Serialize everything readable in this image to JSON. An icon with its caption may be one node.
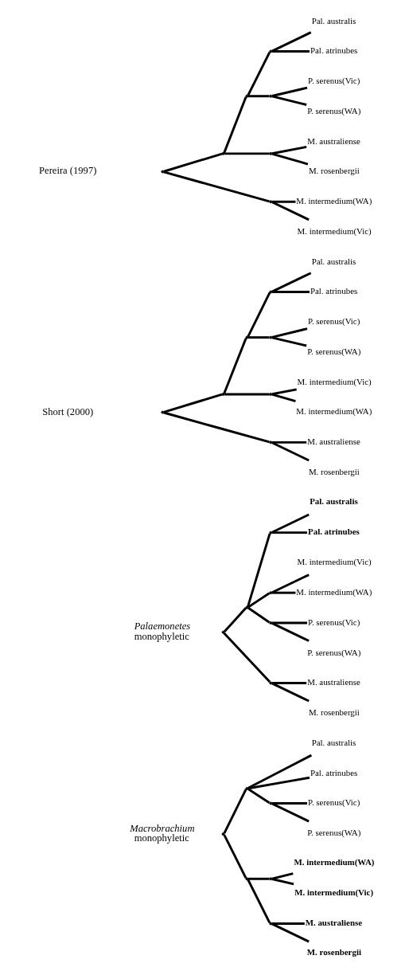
{
  "diagram": {
    "nodes": [
      {
        "text": [],
        "shape": "point"
      },
      {
        "text": [],
        "shape": "point"
      },
      {
        "text": [
          "Pal. australis"
        ]
      },
      {
        "text": [
          "Pal. atrinubes"
        ]
      },
      {
        "text": [],
        "shape": "point"
      },
      {
        "text": [
          "P. serenus(Vic)"
        ]
      },
      {
        "text": [
          "P. serenus(WA)"
        ]
      },
      {
        "text": [],
        "shape": "point"
      },
      {
        "text": [],
        "shape": "point"
      },
      {
        "text": [
          "M. intermedium(WA)"
        ]
      },
      {
        "text": [
          "M. intermedium(Vic)"
        ]
      },
      {
        "text": [],
        "shape": "point"
      },
      {
        "text": [
          "M. australiense"
        ]
      },
      {
        "text": [
          "M. rosenbergii"
        ]
      },
      {
        "text": [],
        "shape": "point"
      },
      {
        "text": [],
        "shape": "point"
      },
      {
        "text": [],
        "shape": "point"
      },
      {
        "text": [
          "Pal. australis"
        ]
      },
      {
        "text": [
          "Pal. atrinubes"
        ]
      },
      {
        "text": [],
        "shape": "point"
      },
      {
        "text": [
          "M. intermedium(Vic)"
        ]
      },
      {
        "text": [
          "M. intermedium(WA)"
        ]
      },
      {
        "text": [],
        "shape": "point"
      },
      {
        "text": [
          "P. serenus(Vic)"
        ]
      },
      {
        "text": [
          "P. serenus(WA)"
        ]
      },
      {
        "text": [],
        "shape": "point"
      },
      {
        "text": [
          "M. australiense"
        ]
      },
      {
        "text": [
          "M. rosenbergii"
        ]
      },
      {
        "text": [],
        "shape": "point"
      },
      {
        "text": [],
        "shape": "point"
      },
      {
        "text": [],
        "shape": "point"
      },
      {
        "text": [],
        "shape": "point"
      },
      {
        "text": [
          "Pal. australis"
        ]
      },
      {
        "text": [
          "Pal. atrinubes"
        ]
      },
      {
        "text": [],
        "shape": "point"
      },
      {
        "text": [
          "P. serenus(Vic)"
        ]
      },
      {
        "text": [
          "P. serenus(WA)"
        ]
      },
      {
        "text": [],
        "shape": "point"
      },
      {
        "text": [
          "M. intermedium(Vic)"
        ]
      },
      {
        "text": [
          "M. intermedium(WA)"
        ]
      },
      {
        "text": [],
        "shape": "point"
      },
      {
        "text": [
          "M. australiense"
        ]
      },
      {
        "text": [
          "M. rosenbergii"
        ]
      },
      {
        "text": [],
        "shape": "point"
      },
      {
        "text": [],
        "shape": "point"
      },
      {
        "text": [],
        "shape": "point"
      },
      {
        "text": [],
        "shape": "point"
      },
      {
        "text": [
          "Pal. australis"
        ]
      },
      {
        "text": [
          "Pal. atrinubes"
        ]
      },
      {
        "text": [],
        "shape": "point"
      },
      {
        "text": [
          "P. serenus(Vic)"
        ]
      },
      {
        "text": [
          "P. serenus(WA)"
        ]
      },
      {
        "text": [],
        "shape": "point"
      },
      {
        "text": [
          "M. australiense"
        ]
      },
      {
        "text": [
          "M. rosenbergii"
        ]
      },
      {
        "text": [],
        "shape": "point"
      },
      {
        "text": [
          "M. intermedium(WA)"
        ]
      },
      {
        "text": [
          "M. intermedium(Vic)"
        ]
      }
    ],
    "edges": [
      {
        "from": 0,
        "to": 1,
        "arrow": "none"
      },
      {
        "from": 1,
        "to": 2,
        "arrow": "none"
      },
      {
        "from": 1,
        "to": 3,
        "arrow": "none"
      },
      {
        "from": 1,
        "to": 4,
        "arrow": "none"
      },
      {
        "from": 4,
        "to": 5,
        "arrow": "none"
      },
      {
        "from": 4,
        "to": 6,
        "arrow": "none"
      },
      {
        "from": 0,
        "to": 7,
        "arrow": "none"
      },
      {
        "from": 7,
        "to": 8,
        "arrow": "none"
      },
      {
        "from": 8,
        "to": 9,
        "arrow": "none"
      },
      {
        "from": 8,
        "to": 10,
        "arrow": "none"
      },
      {
        "from": 7,
        "to": 11,
        "arrow": "none"
      },
      {
        "from": 11,
        "to": 12,
        "arrow": "none"
      },
      {
        "from": 11,
        "to": 13,
        "arrow": "none"
      },
      {
        "from": 14,
        "to": 15,
        "arrow": "none"
      },
      {
        "from": 15,
        "to": 16,
        "arrow": "none"
      },
      {
        "from": 16,
        "to": 17,
        "arrow": "none"
      },
      {
        "from": 16,
        "to": 18,
        "arrow": "none"
      },
      {
        "from": 15,
        "to": 19,
        "arrow": "none"
      },
      {
        "from": 19,
        "to": 20,
        "arrow": "none"
      },
      {
        "from": 19,
        "to": 21,
        "arrow": "none"
      },
      {
        "from": 15,
        "to": 22,
        "arrow": "none"
      },
      {
        "from": 22,
        "to": 23,
        "arrow": "none"
      },
      {
        "from": 22,
        "to": 24,
        "arrow": "none"
      },
      {
        "from": 14,
        "to": 25,
        "arrow": "none"
      },
      {
        "from": 25,
        "to": 26,
        "arrow": "none"
      },
      {
        "from": 25,
        "to": 27,
        "arrow": "none"
      },
      {
        "from": 28,
        "to": 29,
        "arrow": "none"
      },
      {
        "from": 29,
        "to": 30,
        "arrow": "none"
      },
      {
        "from": 30,
        "to": 31,
        "arrow": "none"
      },
      {
        "from": 31,
        "to": 32,
        "arrow": "none"
      },
      {
        "from": 31,
        "to": 33,
        "arrow": "none"
      },
      {
        "from": 30,
        "to": 34,
        "arrow": "none"
      },
      {
        "from": 34,
        "to": 35,
        "arrow": "none"
      },
      {
        "from": 34,
        "to": 36,
        "arrow": "none"
      },
      {
        "from": 29,
        "to": 37,
        "arrow": "none"
      },
      {
        "from": 37,
        "to": 38,
        "arrow": "none"
      },
      {
        "from": 37,
        "to": 39,
        "arrow": "none"
      },
      {
        "from": 28,
        "to": 40,
        "arrow": "none"
      },
      {
        "from": 40,
        "to": 41,
        "arrow": "none"
      },
      {
        "from": 40,
        "to": 42,
        "arrow": "none"
      },
      {
        "from": 43,
        "to": 44,
        "arrow": "none"
      },
      {
        "from": 44,
        "to": 45,
        "arrow": "none"
      },
      {
        "from": 45,
        "to": 46,
        "arrow": "none"
      },
      {
        "from": 46,
        "to": 47,
        "arrow": "none"
      },
      {
        "from": 46,
        "to": 48,
        "arrow": "none"
      },
      {
        "from": 45,
        "to": 49,
        "arrow": "none"
      },
      {
        "from": 49,
        "to": 50,
        "arrow": "none"
      },
      {
        "from": 49,
        "to": 51,
        "arrow": "none"
      },
      {
        "from": 44,
        "to": 52,
        "arrow": "none"
      },
      {
        "from": 52,
        "to": 53,
        "arrow": "none"
      },
      {
        "from": 52,
        "to": 54,
        "arrow": "none"
      },
      {
        "from": 43,
        "to": 55,
        "arrow": "none"
      },
      {
        "from": 55,
        "to": 56,
        "arrow": "none"
      },
      {
        "from": 55,
        "to": 57,
        "arrow": "none"
      }
    ],
    "labels": [
      "*Macrobrachium* monophyletic",
      "*Palaemonetes* monophyletic",
      "Short (2000)",
      "Pereira (1997)"
    ]
  }
}
